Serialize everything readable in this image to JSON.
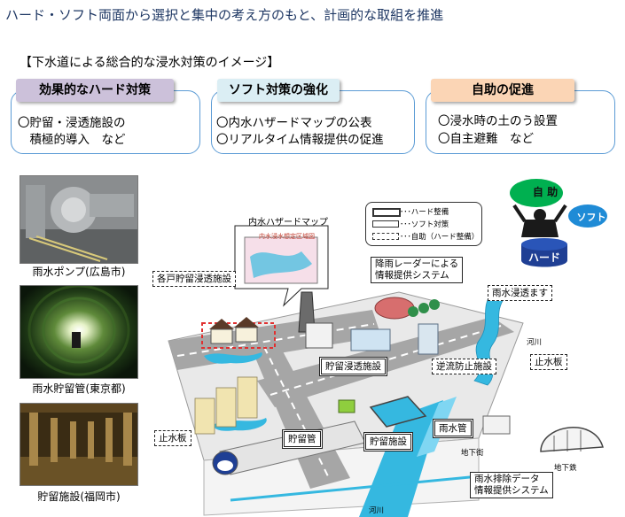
{
  "headline": "ハード・ソフト両面から選択と集中の考え方のもと、計画的な取組を推進",
  "subheading": "【下水道による総合的な浸水対策のイメージ】",
  "cards": [
    {
      "title": "効果的なハード対策",
      "lines": [
        "〇貯留・浸透施設の",
        "　積極的導入　など"
      ],
      "title_color": "#ccc1da"
    },
    {
      "title": "ソフト対策の強化",
      "lines": [
        "〇内水ハザードマップの公表",
        "〇リアルタイム情報提供の促進"
      ],
      "title_color": "#dbeef4"
    },
    {
      "title": "自助の促進",
      "lines": [
        "〇浸水時の土のう設置",
        "〇自主避難　など"
      ],
      "title_color": "#fbd5b5"
    }
  ],
  "photos": [
    {
      "caption": "雨水ポンプ(広島市)"
    },
    {
      "caption": "雨水貯留管(東京都)"
    },
    {
      "caption": "貯留施設(福岡市)"
    }
  ],
  "legend": {
    "items": [
      "･･･ハード整備",
      "･･･ソフト対策",
      "･･･自助（ハード整備）"
    ]
  },
  "figure": {
    "jijo": "自 助",
    "soft": "ソフト",
    "hard": "ハード"
  },
  "diagram_labels": {
    "hazard_map": "内水ハザードマップ",
    "hazard_map_inner": "内水浸水想定区域図",
    "radar": [
      "降雨レーダーによる",
      "情報提供システム"
    ],
    "private_storage": "各戸貯留浸透施設",
    "infiltration": "雨水浸透ます",
    "river_top": "河川",
    "storage_infiltration": "貯留浸透施設",
    "backflow": "逆流防止施設",
    "water_stop_right": "止水板",
    "water_stop_left": "止水板",
    "storage_pipe": "貯留管",
    "storage_facility": "貯留施設",
    "rain_pipe": "雨水管",
    "underground_mall": "地下街",
    "subway": "地下鉄",
    "drain_data": [
      "雨水排除データ",
      "情報提供システム"
    ],
    "river_bottom": "河川"
  },
  "colors": {
    "headline": "#1f3864",
    "card_border": "#5b9bd5",
    "road": "#a6a6a6",
    "water": "#35b8e0",
    "green": "#00b050",
    "navy": "#1f3f94"
  }
}
